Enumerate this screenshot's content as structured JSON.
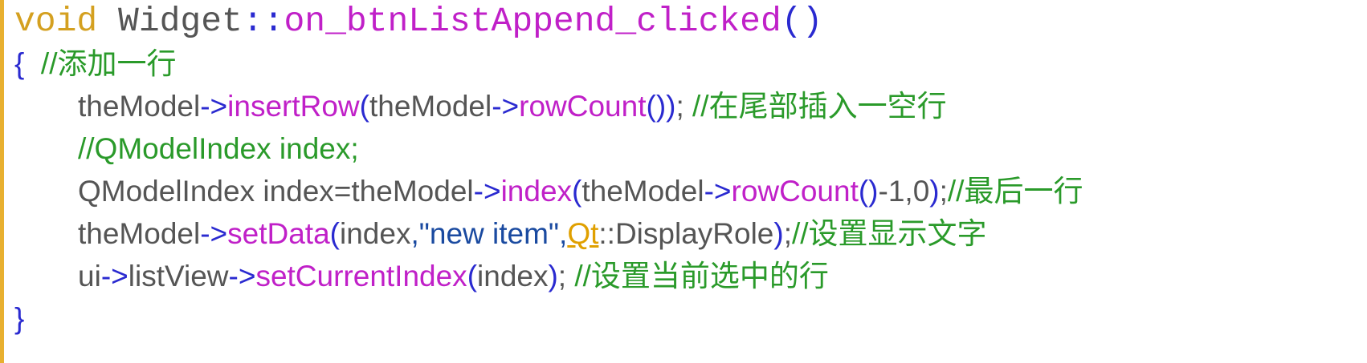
{
  "colors": {
    "keyword": "#d4a020",
    "function": "#c020c8",
    "operator": "#2a2ad0",
    "comment": "#2a9a2a",
    "string": "#1a4aa0",
    "plain": "#555555",
    "qt": "#e0a000"
  },
  "lines": [
    {
      "mono": true,
      "indent": false,
      "tokens": [
        {
          "t": "void",
          "c": "kw"
        },
        {
          "t": " Widget",
          "c": "plain"
        },
        {
          "t": "::",
          "c": "op"
        },
        {
          "t": "on_btnListAppend_clicked",
          "c": "fn"
        },
        {
          "t": "()",
          "c": "op"
        }
      ]
    },
    {
      "mono": false,
      "indent": false,
      "tokens": [
        {
          "t": "{",
          "c": "op"
        },
        {
          "t": "  //添加一行",
          "c": "cm"
        }
      ]
    },
    {
      "mono": false,
      "indent": true,
      "tokens": [
        {
          "t": "theModel",
          "c": "plain"
        },
        {
          "t": "->",
          "c": "op"
        },
        {
          "t": "insertRow",
          "c": "fn"
        },
        {
          "t": "(",
          "c": "op"
        },
        {
          "t": "theModel",
          "c": "plain"
        },
        {
          "t": "->",
          "c": "op"
        },
        {
          "t": "rowCount",
          "c": "fn"
        },
        {
          "t": "())",
          "c": "op"
        },
        {
          "t": "; ",
          "c": "plain"
        },
        {
          "t": "//在尾部插入一空行",
          "c": "cm"
        }
      ]
    },
    {
      "mono": false,
      "indent": true,
      "tokens": [
        {
          "t": "//QModelIndex index;",
          "c": "cm"
        }
      ]
    },
    {
      "mono": false,
      "indent": true,
      "tokens": [
        {
          "t": "QModelIndex index=theModel",
          "c": "plain"
        },
        {
          "t": "->",
          "c": "op"
        },
        {
          "t": "index",
          "c": "fn"
        },
        {
          "t": "(",
          "c": "op"
        },
        {
          "t": "theModel",
          "c": "plain"
        },
        {
          "t": "->",
          "c": "op"
        },
        {
          "t": "rowCount",
          "c": "fn"
        },
        {
          "t": "()",
          "c": "op"
        },
        {
          "t": "-1,0",
          "c": "plain"
        },
        {
          "t": ")",
          "c": "op"
        },
        {
          "t": ";",
          "c": "plain"
        },
        {
          "t": "//最后一行",
          "c": "cm"
        }
      ]
    },
    {
      "mono": false,
      "indent": true,
      "tokens": [
        {
          "t": "theModel",
          "c": "plain"
        },
        {
          "t": "->",
          "c": "op"
        },
        {
          "t": "setData",
          "c": "fn"
        },
        {
          "t": "(",
          "c": "op"
        },
        {
          "t": "index",
          "c": "plain"
        },
        {
          "t": ",\"new item\",",
          "c": "str"
        },
        {
          "t": "Qt",
          "c": "qt"
        },
        {
          "t": "::DisplayRole",
          "c": "plain"
        },
        {
          "t": ")",
          "c": "op"
        },
        {
          "t": ";",
          "c": "plain"
        },
        {
          "t": "//设置显示文字",
          "c": "cm"
        }
      ]
    },
    {
      "mono": false,
      "indent": true,
      "tokens": [
        {
          "t": "ui",
          "c": "plain"
        },
        {
          "t": "->",
          "c": "op"
        },
        {
          "t": "listView",
          "c": "plain"
        },
        {
          "t": "->",
          "c": "op"
        },
        {
          "t": "setCurrentIndex",
          "c": "fn"
        },
        {
          "t": "(",
          "c": "op"
        },
        {
          "t": "index",
          "c": "plain"
        },
        {
          "t": ")",
          "c": "op"
        },
        {
          "t": "; ",
          "c": "plain"
        },
        {
          "t": "//设置当前选中的行",
          "c": "cm"
        }
      ]
    },
    {
      "mono": false,
      "indent": false,
      "tokens": [
        {
          "t": "}",
          "c": "op"
        }
      ]
    }
  ]
}
